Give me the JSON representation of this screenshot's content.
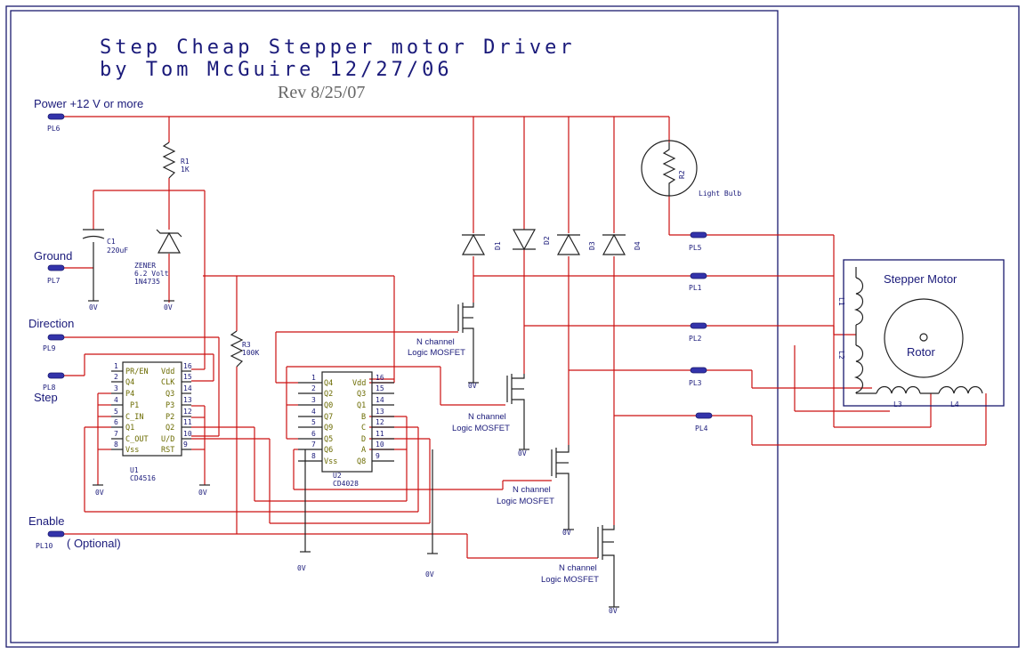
{
  "title": {
    "line1": "Step Cheap Stepper motor Driver",
    "line2": "by Tom McGuire 12/27/06",
    "rev": "Rev 8/25/07"
  },
  "connectors": {
    "power": "Power +12 V or more",
    "pl6": "PL6",
    "ground": "Ground",
    "pl7": "PL7",
    "direction": "Direction",
    "pl9": "PL9",
    "step": "Step",
    "pl8": "PL8",
    "enable": "Enable",
    "pl10": "PL10",
    "optional": "( Optional)",
    "pl5": "PL5",
    "pl1": "PL1",
    "pl2": "PL2",
    "pl3": "PL3",
    "pl4": "PL4"
  },
  "components": {
    "r1_name": "R1",
    "r1_value": "1K",
    "c1_name": "C1",
    "c1_value": "220uF",
    "zener_label": "ZENER",
    "zener_volt": "6.2 Volt",
    "zener_part": "1N4735",
    "r3_name": "R3",
    "r3_value": "100K",
    "r2_name": "R2",
    "bulb": "Light Bulb",
    "d1": "D1",
    "d2": "D2",
    "d3": "D3",
    "d4": "D4",
    "mosfet_line1": "N channel",
    "mosfet_line2": "Logic MOSFET",
    "gnd": "0V"
  },
  "u1": {
    "name": "U1",
    "part": "CD4516",
    "left_pins": [
      "1",
      "2",
      "3",
      "4",
      "5",
      "6",
      "7",
      "8"
    ],
    "left_names": [
      "PR/EN",
      "Q4",
      "P4",
      "P1",
      "C_IN",
      "Q1",
      "C_OUT",
      "Vss"
    ],
    "right_pins": [
      "16",
      "15",
      "14",
      "13",
      "12",
      "11",
      "10",
      "9"
    ],
    "right_names": [
      "Vdd",
      "CLK",
      "Q3",
      "P3",
      "P2",
      "Q2",
      "U/D",
      "RST"
    ]
  },
  "u2": {
    "name": "U2",
    "part": "CD4028",
    "left_pins": [
      "1",
      "2",
      "3",
      "4",
      "5",
      "6",
      "7",
      "8"
    ],
    "left_names": [
      "Q4",
      "Q2",
      "Q0",
      "Q7",
      "Q9",
      "Q5",
      "Q6",
      "Vss"
    ],
    "right_pins": [
      "16",
      "15",
      "14",
      "13",
      "12",
      "11",
      "10",
      "9"
    ],
    "right_names": [
      "Vdd",
      "Q3",
      "Q1",
      "B",
      "C",
      "D",
      "A",
      "Q8"
    ]
  },
  "motor": {
    "title": "Stepper Motor",
    "rotor": "Rotor",
    "l1": "L1",
    "l2": "L2",
    "l3": "L3",
    "l4": "L4"
  }
}
